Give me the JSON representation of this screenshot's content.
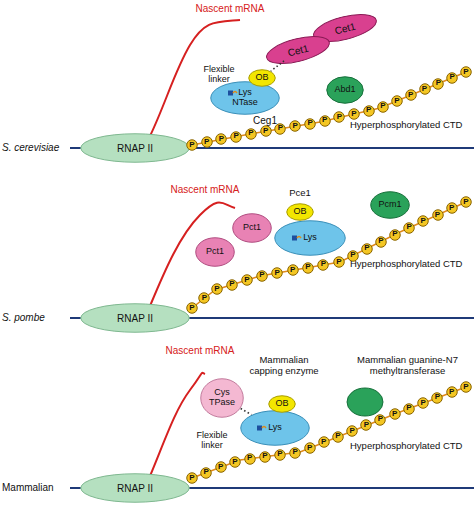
{
  "diagram": {
    "nodes": [
      {
        "text": [
          "Cet1"
        ]
      },
      {
        "text": [
          "Cet1"
        ]
      },
      {
        "text": [
          "OB"
        ]
      },
      {
        "text": [
          "Lys",
          "NTase"
        ]
      },
      {
        "text": [
          "Abd1"
        ]
      },
      {
        "text": [
          "RNAP II"
        ]
      },
      {
        "text": [
          "P"
        ]
      },
      {
        "text": [
          "P"
        ]
      },
      {
        "text": [
          "P"
        ]
      },
      {
        "text": [
          "P"
        ]
      },
      {
        "text": [
          "P"
        ]
      },
      {
        "text": [
          "P"
        ]
      },
      {
        "text": [
          "P"
        ]
      },
      {
        "text": [
          "P"
        ]
      },
      {
        "text": [
          "P"
        ]
      },
      {
        "text": [
          "P"
        ]
      },
      {
        "text": [
          "P"
        ]
      },
      {
        "text": [
          "P"
        ]
      },
      {
        "text": [
          "P"
        ]
      },
      {
        "text": [
          "P"
        ]
      },
      {
        "text": [
          "P"
        ]
      },
      {
        "text": [
          "P"
        ]
      },
      {
        "text": [
          "P"
        ]
      },
      {
        "text": [
          "P"
        ]
      },
      {
        "text": [
          "P"
        ]
      },
      {
        "text": [
          "P"
        ]
      },
      {
        "text": [
          "Pct1"
        ]
      },
      {
        "text": [
          "OB"
        ]
      },
      {
        "text": [
          "Lys"
        ]
      },
      {
        "text": [
          "Pct1"
        ]
      },
      {
        "text": [
          "Pcm1"
        ]
      },
      {
        "text": [
          "RNAP II"
        ]
      },
      {
        "text": [
          "P"
        ]
      },
      {
        "text": [
          "P"
        ]
      },
      {
        "text": [
          "P"
        ]
      },
      {
        "text": [
          "P"
        ]
      },
      {
        "text": [
          "P"
        ]
      },
      {
        "text": [
          "P"
        ]
      },
      {
        "text": [
          "P"
        ]
      },
      {
        "text": [
          "P"
        ]
      },
      {
        "text": [
          "P"
        ]
      },
      {
        "text": [
          "P"
        ]
      },
      {
        "text": [
          "P"
        ]
      },
      {
        "text": [
          "P"
        ]
      },
      {
        "text": [
          "P"
        ]
      },
      {
        "text": [
          "P"
        ]
      },
      {
        "text": [
          "P"
        ]
      },
      {
        "text": [
          "P"
        ]
      },
      {
        "text": [
          "P"
        ]
      },
      {
        "text": [
          "P"
        ]
      },
      {
        "text": [
          "P"
        ]
      },
      {
        "text": [
          "P"
        ]
      },
      {
        "text": [
          "Cys",
          "TPase"
        ]
      },
      {
        "text": [
          "OB"
        ]
      },
      {
        "text": [
          "Lys"
        ]
      },
      {
        "text": [
          "RNAP II"
        ]
      },
      {
        "text": [
          "P"
        ]
      },
      {
        "text": [
          "P"
        ]
      },
      {
        "text": [
          "P"
        ]
      },
      {
        "text": [
          "P"
        ]
      },
      {
        "text": [
          "P"
        ]
      },
      {
        "text": [
          "P"
        ]
      },
      {
        "text": [
          "P"
        ]
      },
      {
        "text": [
          "P"
        ]
      },
      {
        "text": [
          "P"
        ]
      },
      {
        "text": [
          "P"
        ]
      },
      {
        "text": [
          "P"
        ]
      },
      {
        "text": [
          "P"
        ]
      },
      {
        "text": [
          "P"
        ]
      },
      {
        "text": [
          "P"
        ]
      },
      {
        "text": [
          "P"
        ]
      },
      {
        "text": [
          "P"
        ]
      },
      {
        "text": [
          "P"
        ]
      },
      {
        "text": [
          "P"
        ]
      },
      {
        "text": [
          "P"
        ]
      },
      {
        "text": [
          "P"
        ]
      }
    ],
    "edges": [
      {
        "from": 1,
        "to": 2,
        "arrow": "none",
        "label": "Flexible linker"
      },
      {
        "from": 52,
        "to": 54,
        "arrow": "none",
        "label": "Flexible linker"
      }
    ],
    "labels": [
      "Nascent mRNA",
      "Ceg1",
      "Hyperphosphorylated CTD",
      "S. cerevisiae",
      "Nascent mRNA",
      "Pce1",
      "Hyperphosphorylated CTD",
      "S. pombe",
      "Nascent mRNA",
      "Mammalian capping enzyme",
      "Mammalian guanine-N7 methyltransferase",
      "Hyperphosphorylated CTD",
      "Mammalian"
    ]
  }
}
